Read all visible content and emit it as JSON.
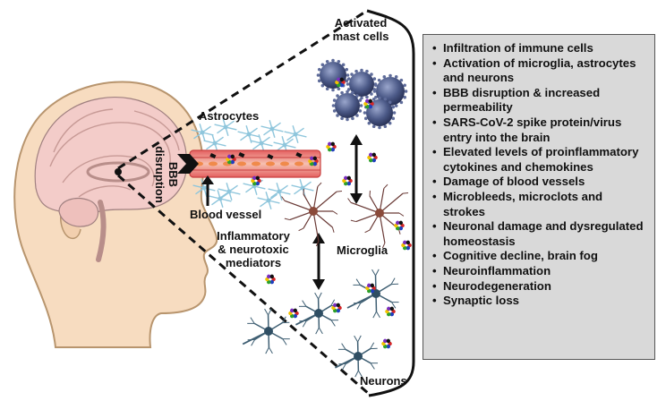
{
  "labels": {
    "activated_mast_cells_line1": "Activated",
    "activated_mast_cells_line2": "mast cells",
    "astrocytes": "Astrocytes",
    "bbb_line1": "BBB",
    "bbb_line2": "disruption",
    "blood_vessel": "Blood vessel",
    "inflammatory_line1": "Inflammatory",
    "inflammatory_line2": "& neurotoxic",
    "inflammatory_line3": "mediators",
    "microglia": "Microglia",
    "neurons": "Neurons"
  },
  "effects": [
    "Infiltration of immune cells",
    "Activation of microglia, astrocytes and neurons",
    "BBB disruption & increased permeability",
    "SARS-CoV-2 spike protein/virus entry into the brain",
    "Elevated levels of proinflammatory  cytokines and chemokines",
    "Damage of blood vessels",
    "Microbleeds, microclots and strokes",
    "Neuronal damage and dysregulated homeostasis",
    "Cognitive decline, brain fog",
    "Neuroinflammation",
    "Neurodegeneration",
    "Synaptic loss"
  ],
  "colors": {
    "skin": "#f7dcc0",
    "skin_outline": "#b8956e",
    "astrocyte": "#8fc6dc",
    "vessel_wall": "#e46060",
    "mast_cell": "#4c5a88",
    "neuron": "#3f5f73",
    "microglia": "#6a3a36",
    "panel_bg": "#d9d9d9",
    "mediator_dots": [
      "#d62728",
      "#1f3fbf",
      "#2ca02c",
      "#f2c200",
      "#7b2fbf",
      "#111111"
    ]
  }
}
